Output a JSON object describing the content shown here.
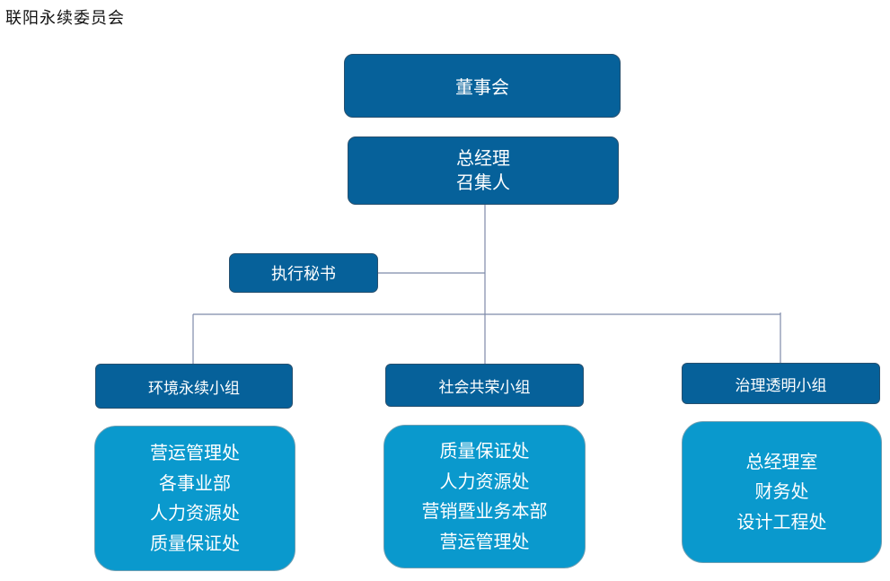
{
  "header": {
    "title": "联阳永续委员会"
  },
  "org": {
    "board": "董事会",
    "gm": {
      "line1": "总经理",
      "line2": "召集人"
    },
    "secretary": "执行秘书",
    "groups": [
      {
        "name": "环境永续小组",
        "units": [
          "营运管理处",
          "各事业部",
          "人力资源处",
          "质量保证处"
        ]
      },
      {
        "name": "社会共荣小组",
        "units": [
          "质量保证处",
          "人力资源处",
          "营销暨业务本部",
          "营运管理处"
        ]
      },
      {
        "name": "治理透明小组",
        "units": [
          "总经理室",
          "财务处",
          "设计工程处"
        ]
      }
    ]
  },
  "colors": {
    "dark_box": "#06619a",
    "light_box": "#0a99cd",
    "connector": "#7e8aa9"
  }
}
